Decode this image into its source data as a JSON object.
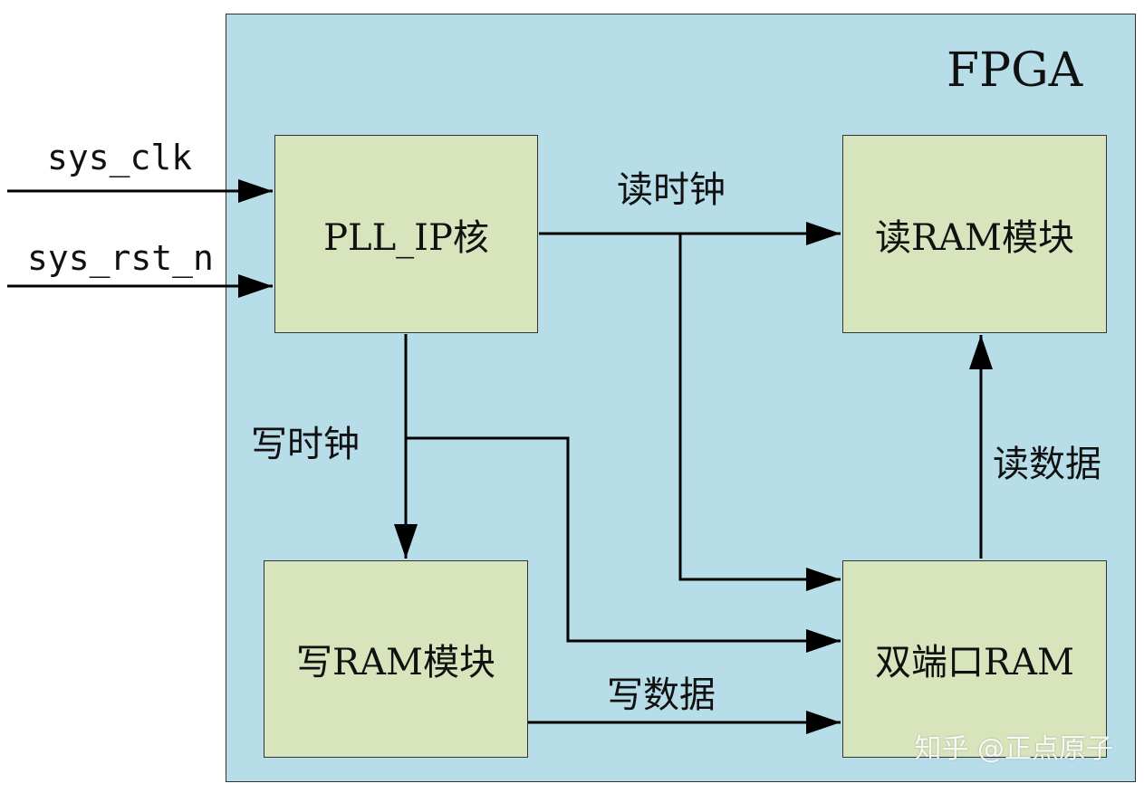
{
  "fpga_label": "FPGA",
  "inputs": {
    "clk": "sys_clk",
    "rst": "sys_rst_n"
  },
  "blocks": {
    "pll": "PLL_IP核",
    "read_ram": "读RAM模块",
    "write_ram": "写RAM模块",
    "dual_port_ram": "双端口RAM"
  },
  "signals": {
    "read_clock": "读时钟",
    "write_clock": "写时钟",
    "read_data": "读数据",
    "write_data": "写数据"
  },
  "watermark": "知乎 @正点原子",
  "colors": {
    "fpga_bg": "#b7dde8",
    "block_bg": "#d8e4bc",
    "line": "#000000"
  }
}
